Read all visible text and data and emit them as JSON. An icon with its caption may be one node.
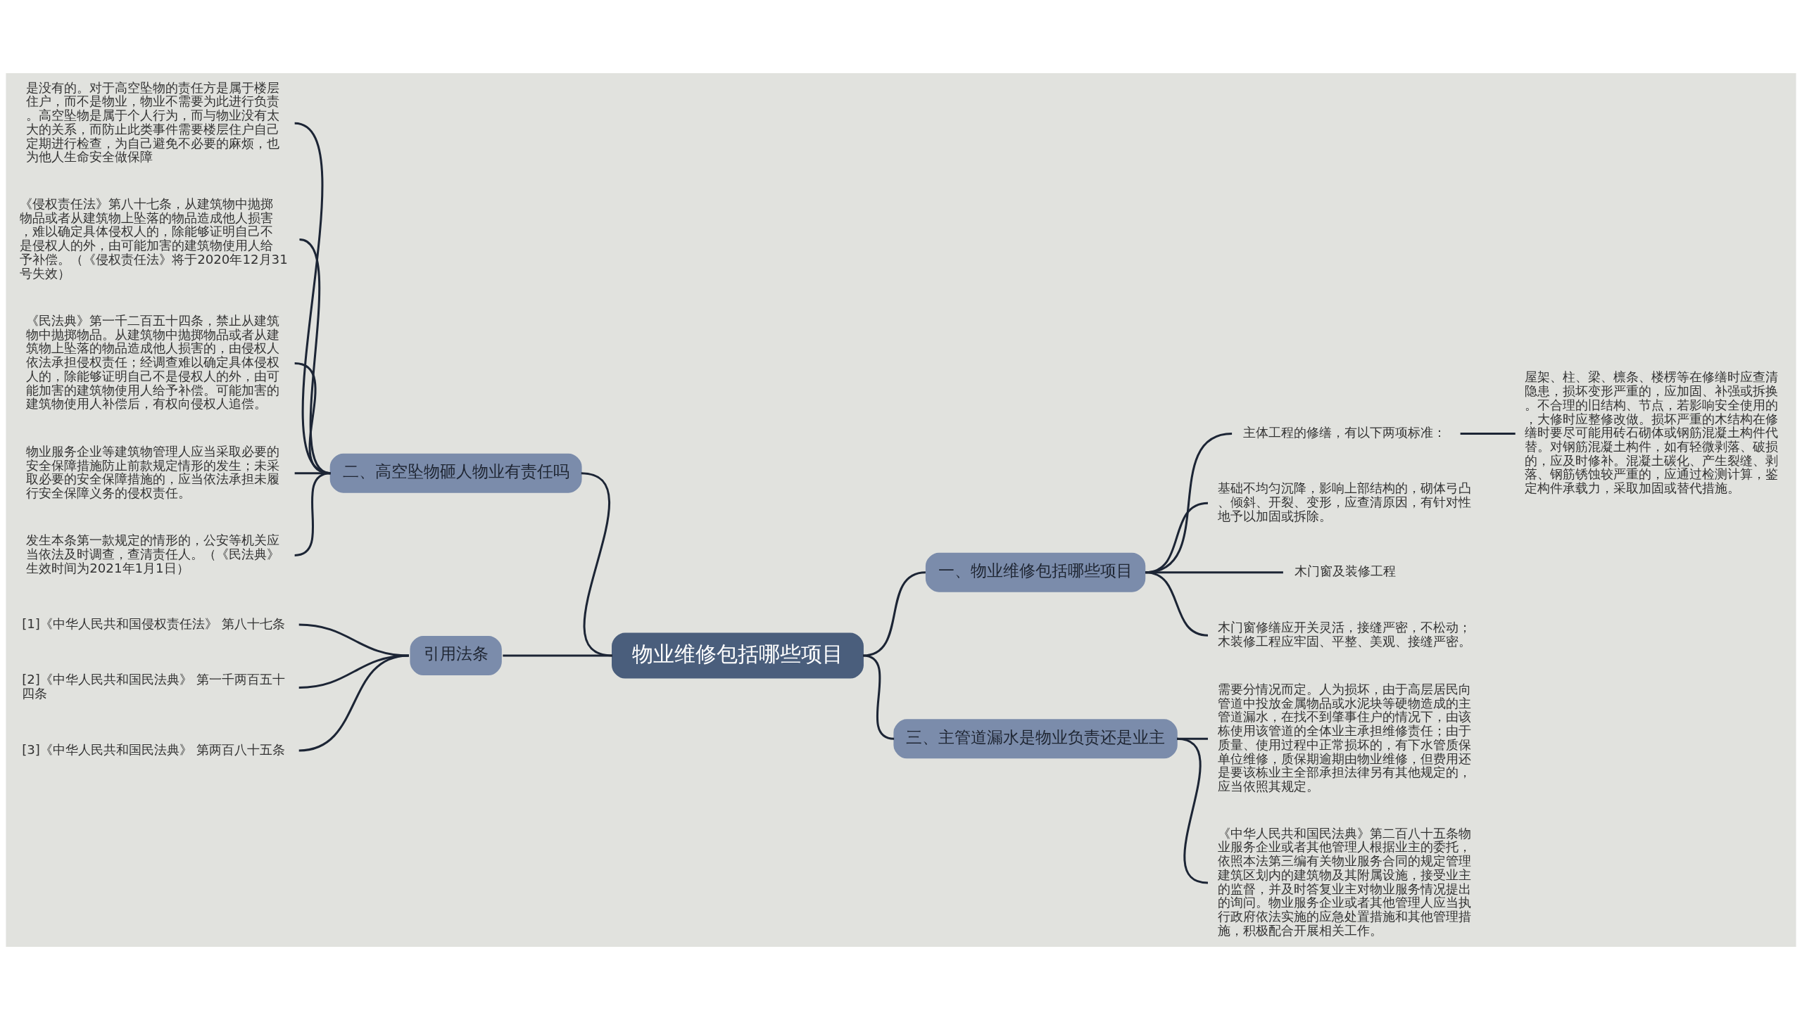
{
  "diagram": {
    "nodes": [
      {
        "text": [
          "物业维修包括哪些项目"
        ]
      },
      {
        "text": [
          "一、物业维修包括哪些项目"
        ]
      },
      {
        "text": [
          "主体工程的修缮，有以下两项标准："
        ]
      },
      {
        "text": [
          "屋架、柱、梁、檩条、楼楞等在修缮时应查清隐患，损坏变形严重的，应加固、补强或拆换。不合理的旧结构、节点，若影响安全使用的，大修时应整修改做。损坏严重的木结构在修缮时要尽可能用砖石砌体或钢筋混凝土构件代替。对钢筋混凝土构件，如有轻微剥落、破损的，应及时修补。混凝土碳化、产生裂缝、剥落、钢筋锈蚀较严重的，应通过检测计算，鉴定构件承载力，采取加固或替代措施。"
        ]
      },
      {
        "text": [
          "基础不均匀沉降，影响上部结构的，砌体弓凸、倾斜、开裂、变形，应查清原因，有针对性地予以加固或拆除。"
        ]
      },
      {
        "text": [
          "木门窗及装修工程"
        ]
      },
      {
        "text": [
          "木门窗修缮应开关灵活，接缝严密，不松动；木装修工程应牢固、平整、美观、接缝严密。"
        ]
      },
      {
        "text": [
          "三、主管道漏水是物业负责还是业主"
        ]
      },
      {
        "text": [
          "需要分情况而定。人为损坏，由于高层居民向管道中投放金属物品或水泥块等硬物造成的主管道漏水，在找不到肇事住户的情况下，由该栋使用该管道的全体业主承担维修责任；由于质量、使用过程中正常损坏的，有下水管质保单位维修，质保期逾期由物业维修，但费用还是要该栋业主全部承担法律另有其他规定的，应当依照其规定。"
        ]
      },
      {
        "text": [
          "《中华人民共和国民法典》第二百八十五条物业服务企业或者其他管理人根据业主的委托，依照本法第三编有关物业服务合同的规定管理建筑区划内的建筑物及其附属设施，接受业主的监督，并及时答复业主对物业服务情况提出的询问。物业服务企业或者其他管理人应当执行政府依法实施的应急处置措施和其他管理措施，积极配合开展相关工作。"
        ]
      },
      {
        "text": [
          "二、高空坠物砸人物业有责任吗"
        ]
      },
      {
        "text": [
          "是没有的。对于高空坠物的责任方是属于楼层住户，而不是物业，物业不需要为此进行负责。高空坠物是属于个人行为，而与物业没有太大的关系，而防止此类事件需要楼层住户自己定期进行检查，为自己避免不必要的麻烦，也为他人生命安全做保障"
        ]
      },
      {
        "text": [
          "《侵权责任法》第八十七条，从建筑物中抛掷物品或者从建筑物上坠落的物品造成他人损害，难以确定具体侵权人的，除能够证明自己不是侵权人的外，由可能加害的建筑物使用人给予补偿。（《侵权责任法》将于2020年12月31号失效）"
        ]
      },
      {
        "text": [
          "《民法典》第一千二百五十四条，禁止从建筑物中抛掷物品。从建筑物中抛掷物品或者从建筑物上坠落的物品造成他人损害的，由侵权人依法承担侵权责任；经调查难以确定具体侵权人的，除能够证明自己不是侵权人的外，由可能加害的建筑物使用人给予补偿。可能加害的建筑物使用人补偿后，有权向侵权人追偿。"
        ]
      },
      {
        "text": [
          "物业服务企业等建筑物管理人应当采取必要的安全保障措施防止前款规定情形的发生；未采取必要的安全保障措施的，应当依法承担未履行安全保障义务的侵权责任。"
        ]
      },
      {
        "text": [
          "发生本条第一款规定的情形的，公安等机关应当依法及时调查，查清责任人。（《民法典》生效时间为2021年1月1日）"
        ]
      },
      {
        "text": [
          "引用法条"
        ]
      },
      {
        "text": [
          "[1]《中华人民共和国侵权责任法》 第八十七条"
        ]
      },
      {
        "text": [
          "[2]《中华人民共和国民法典》 第一千两百五十四条"
        ]
      },
      {
        "text": [
          "[3]《中华人民共和国民法典》 第两百八十五条"
        ]
      }
    ],
    "edges": [
      {
        "from": 0,
        "to": 1,
        "arrow": "none"
      },
      {
        "from": 1,
        "to": 2,
        "arrow": "none"
      },
      {
        "from": 2,
        "to": 3,
        "arrow": "none"
      },
      {
        "from": 1,
        "to": 4,
        "arrow": "none"
      },
      {
        "from": 1,
        "to": 5,
        "arrow": "none"
      },
      {
        "from": 1,
        "to": 6,
        "arrow": "none"
      },
      {
        "from": 0,
        "to": 7,
        "arrow": "none"
      },
      {
        "from": 7,
        "to": 8,
        "arrow": "none"
      },
      {
        "from": 7,
        "to": 9,
        "arrow": "none"
      },
      {
        "from": 0,
        "to": 10,
        "arrow": "none"
      },
      {
        "from": 10,
        "to": 11,
        "arrow": "none"
      },
      {
        "from": 10,
        "to": 12,
        "arrow": "none"
      },
      {
        "from": 10,
        "to": 13,
        "arrow": "none"
      },
      {
        "from": 10,
        "to": 14,
        "arrow": "none"
      },
      {
        "from": 10,
        "to": 15,
        "arrow": "none"
      },
      {
        "from": 0,
        "to": 16,
        "arrow": "none"
      },
      {
        "from": 16,
        "to": 17,
        "arrow": "none"
      },
      {
        "from": 16,
        "to": 18,
        "arrow": "none"
      },
      {
        "from": 16,
        "to": 19,
        "arrow": "none"
      }
    ]
  }
}
